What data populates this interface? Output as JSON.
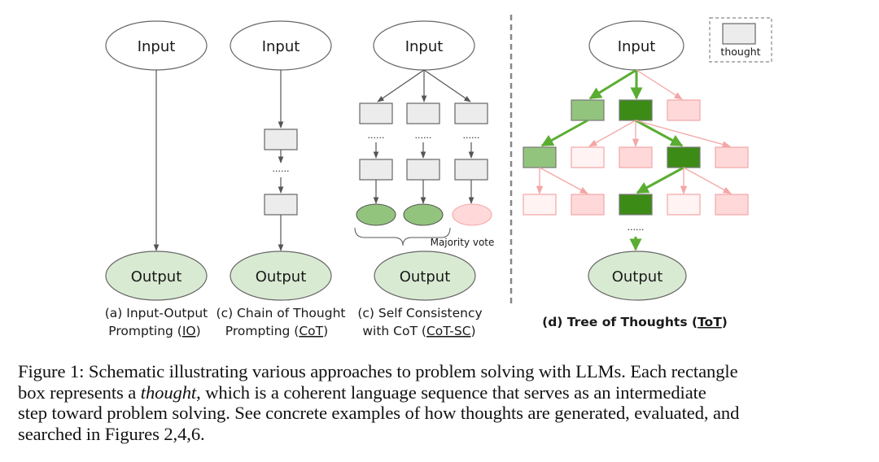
{
  "figure": {
    "panels": {
      "io": {
        "input_label": "Input",
        "output_label": "Output",
        "caption_line1": "(a) Input-Output",
        "caption_line2_prefix": "Prompting (",
        "caption_abbrev": "IO",
        "caption_suffix": ")"
      },
      "cot": {
        "input_label": "Input",
        "output_label": "Output",
        "ellipsis": "......",
        "caption_line1": "(c) Chain of Thought",
        "caption_line2_prefix": "Prompting (",
        "caption_abbrev": "CoT",
        "caption_suffix": ")"
      },
      "cot_sc": {
        "input_label": "Input",
        "output_label": "Output",
        "ellipsis": "......",
        "vote_label": "Majority vote",
        "caption_line1": "(c) Self Consistency",
        "caption_line2_prefix": "with CoT (",
        "caption_abbrev": "CoT-SC",
        "caption_suffix": ")"
      },
      "tot": {
        "input_label": "Input",
        "output_label": "Output",
        "ellipsis": "......",
        "caption_prefix": "(d) Tree of Thoughts (",
        "caption_abbrev": "ToT",
        "caption_suffix": ")"
      }
    },
    "legend": {
      "label": "thought"
    },
    "colors": {
      "thought_gray": "#ececec",
      "output_fill": "#d9ead3",
      "good_dark": "#3d8b17",
      "good_light": "#93c47d",
      "good_arrow": "#5aad32",
      "bad_fill": "#ffd9d9",
      "bad_light_fill": "#fff3f3",
      "bad_stroke": "#f4a6a6"
    }
  },
  "caption": {
    "line1": "Figure 1: Schematic illustrating various approaches to problem solving with LLMs. Each rectangle",
    "line2_before": "box represents a ",
    "line2_em": "thought",
    "line2_after": ", which is a coherent language sequence that serves as an intermediate",
    "line3": "step toward problem solving. See concrete examples of how thoughts are generated, evaluated, and",
    "line4": "searched in Figures 2,4,6."
  }
}
